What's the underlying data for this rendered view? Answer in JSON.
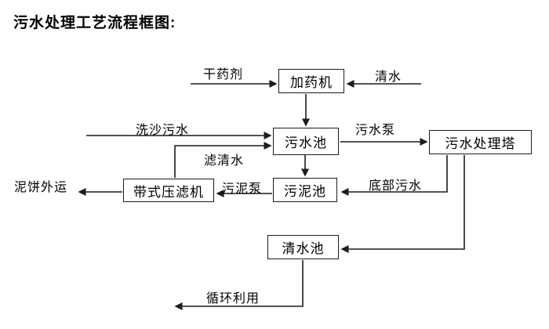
{
  "title": "污水处理工艺流程框图:",
  "diagram": {
    "type": "flowchart",
    "nodes": {
      "dosing_machine": "加药机",
      "sewage_pool": "污水池",
      "treatment_tower": "污水处理塔",
      "sludge_pool": "污泥池",
      "belt_filter_press": "带式压滤机",
      "clean_water_pool": "清水池"
    },
    "edge_labels": {
      "dry_agent": "干药剂",
      "clean_water": "清水",
      "sand_wash_sewage": "洗沙污水",
      "filtered_water": "滤清水",
      "sewage_pump": "污水泵",
      "sludge_pump": "污泥泵",
      "bottom_sewage": "底部污水",
      "mud_cake_out": "泥饼外运",
      "recycle": "循环利用"
    },
    "edges": [
      {
        "from": "external",
        "to": "dosing_machine",
        "label": "干药剂"
      },
      {
        "from": "external",
        "to": "dosing_machine",
        "label": "清水"
      },
      {
        "from": "dosing_machine",
        "to": "sewage_pool",
        "label": ""
      },
      {
        "from": "external",
        "to": "sewage_pool",
        "label": "洗沙污水"
      },
      {
        "from": "belt_filter_press",
        "to": "sewage_pool",
        "label": "滤清水"
      },
      {
        "from": "sewage_pool",
        "to": "treatment_tower",
        "label": "污水泵"
      },
      {
        "from": "sewage_pool",
        "to": "sludge_pool",
        "label": ""
      },
      {
        "from": "treatment_tower",
        "to": "sludge_pool",
        "label": "底部污水"
      },
      {
        "from": "treatment_tower",
        "to": "clean_water_pool",
        "label": ""
      },
      {
        "from": "sludge_pool",
        "to": "belt_filter_press",
        "label": "污泥泵"
      },
      {
        "from": "belt_filter_press",
        "to": "external",
        "label": "泥饼外运"
      },
      {
        "from": "clean_water_pool",
        "to": "external",
        "label": "循环利用"
      }
    ],
    "colors": {
      "line": "#1c1c1c",
      "text": "#000000",
      "background": "#ffffff"
    }
  }
}
